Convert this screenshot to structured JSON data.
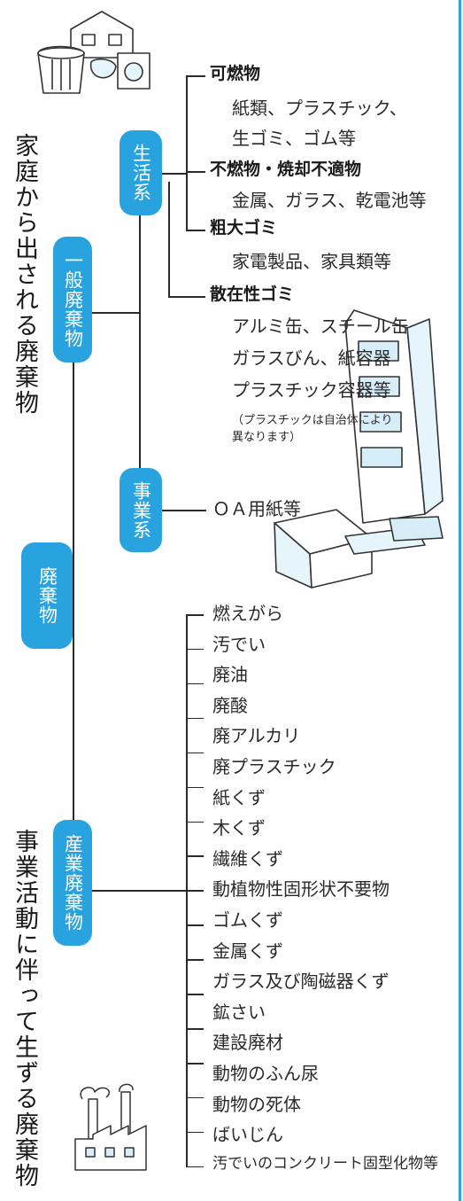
{
  "side_labels": {
    "household": "家庭から出される廃棄物",
    "business": "事業活動に伴って生ずる廃棄物"
  },
  "categories": {
    "waste": "廃棄物",
    "general_waste": "一般廃棄物",
    "industrial_waste": "産業廃棄物",
    "living": "生活系",
    "business": "事業系"
  },
  "general": {
    "combustible": {
      "title": "可燃物",
      "items": [
        "紙類、プラスチック、",
        "生ゴミ、ゴム等"
      ]
    },
    "noncombustible": {
      "title": "不燃物・焼却不適物",
      "items": [
        "金属、ガラス、乾電池等"
      ]
    },
    "bulky": {
      "title": "粗大ゴミ",
      "items": [
        "家電製品、家具類等"
      ]
    },
    "scattered": {
      "title": "散在性ゴミ",
      "items": [
        "アルミ缶、スチール缶",
        "ガラスびん、紙容器",
        "プラスチック容器等"
      ],
      "note": [
        "（プラスチックは自治体により",
        "異なります）"
      ]
    },
    "business_items": "ＯＡ用紙等"
  },
  "industrial_items": [
    "燃えがら",
    "汚でい",
    "廃油",
    "廃酸",
    "廃アルカリ",
    "廃プラスチック",
    "紙くず",
    "木くず",
    "繊維くず",
    "動植物性固形状不要物",
    "ゴムくず",
    "金属くず",
    "ガラス及び陶磁器くず",
    "鉱さい",
    "建設廃材",
    "動物のふん尿",
    "動物の死体",
    "ばいじん",
    "汚でいのコンクリート固型化物等"
  ],
  "colors": {
    "accent": "#29a3df",
    "line": "#2a2a2a",
    "text": "#1a1a1a"
  },
  "icons": [
    "house-trash-illustration",
    "office-building-illustration",
    "factory-illustration"
  ]
}
